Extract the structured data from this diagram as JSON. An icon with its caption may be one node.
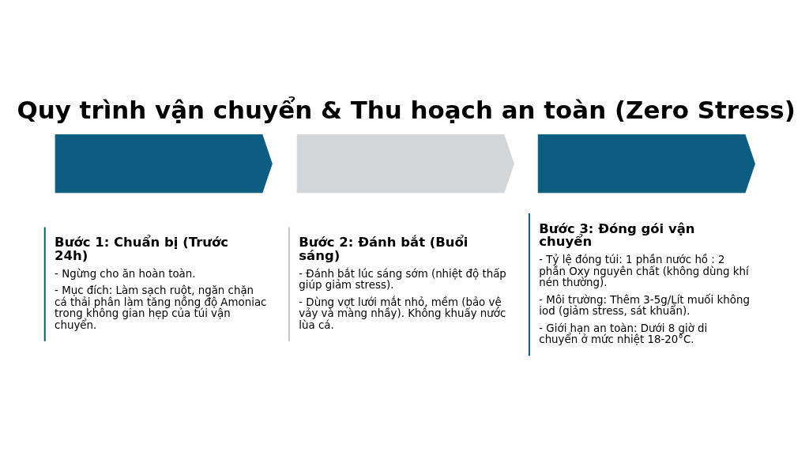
{
  "diagram": {
    "title": "Quy trình vận chuyển & Thu hoạch an toàn (Zero Stress)",
    "nodes": [
      {
        "text": [],
        "shape": "chevron",
        "beside": [
          "Bước 1: Chuẩn bị (Trước 24h)",
          "- Ngừng cho ăn hoàn toàn.",
          "- Mục đích: Làm sạch ruột, ngăn chặn cá thải phân làm tăng nồng độ Amoniac trong không gian hẹp của túi vận chuyển."
        ]
      },
      {
        "text": [],
        "shape": "chevron",
        "beside": [
          "Bước 2: Đánh bắt (Buổi sáng)",
          "- Đánh bắt lúc sáng sớm (nhiệt độ thấp giúp giảm stress).",
          "- Dùng vợt lưới mắt nhỏ, mềm (bảo vệ vảy và màng nhầy). Không khuấy nước lùa cá."
        ]
      },
      {
        "text": [],
        "shape": "chevron",
        "beside": [
          "Bước 3: Đóng gói vận chuyển",
          "- Tỷ lệ đóng túi: 1 phần nước hồ : 2 phần Oxy nguyên chất (không dùng khí nén thường).",
          "- Môi trường: Thêm 3-5g/Lít muối không iod (giảm stress, sát khuẩn).",
          "- Giới hạn an toàn: Dưới 8 giờ di chuyển ở mức nhiệt 18-20°C."
        ]
      }
    ]
  }
}
